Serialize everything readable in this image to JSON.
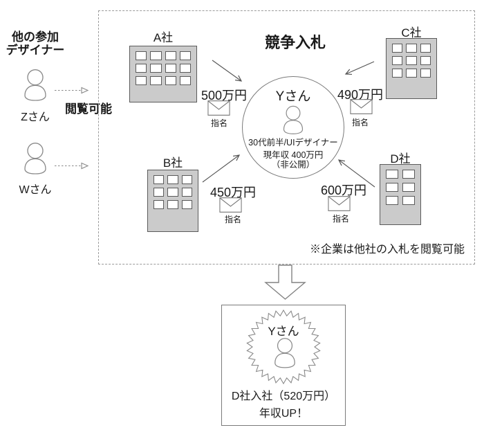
{
  "left_panel": {
    "title_line1": "他の参加",
    "title_line2": "デザイナー",
    "designer_top": "Zさん",
    "designer_bottom": "Wさん",
    "view_label": "閲覧可能"
  },
  "auction": {
    "title": "競争入札",
    "note": "※企業は他社の入札を閲覧可能",
    "candidate": {
      "name": "Yさん",
      "profile": "30代前半/UIデザイナー",
      "salary": "現年収 400万円",
      "salary_note": "（非公開）"
    },
    "bids": [
      {
        "company": "A社",
        "amount": "500万円",
        "tag": "指名"
      },
      {
        "company": "B社",
        "amount": "450万円",
        "tag": "指名"
      },
      {
        "company": "C社",
        "amount": "490万円",
        "tag": "指名"
      },
      {
        "company": "D社",
        "amount": "600万円",
        "tag": "指名"
      }
    ]
  },
  "result": {
    "name": "Yさん",
    "line1": "D社入社（520万円）",
    "line2": "年収UP！"
  },
  "colors": {
    "building_fill": "#cbcbcb",
    "building_border": "#5a5a5a",
    "outline": "#7a7a7a",
    "arrow": "#555555",
    "text": "#1a1a1a"
  },
  "starburst": {
    "spikes": 30,
    "outer_radius": 53,
    "inner_radius": 45
  }
}
